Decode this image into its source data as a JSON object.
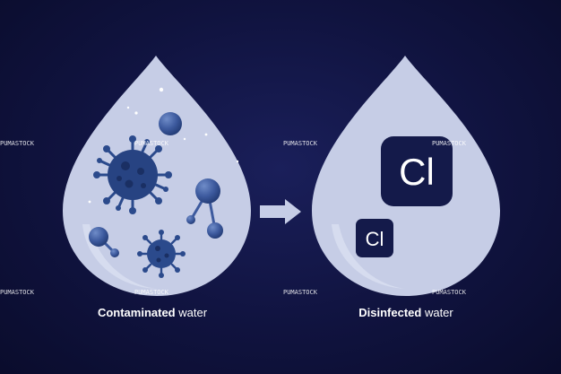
{
  "left_panel": {
    "caption_bold": "Contaminated",
    "caption_regular": "water"
  },
  "right_panel": {
    "caption_bold": "Disinfected",
    "caption_regular": "water"
  },
  "chlorine_large": {
    "symbol": "Cl"
  },
  "chlorine_small": {
    "symbol": "Cl"
  },
  "watermark": {
    "text": "PUMASTOCK"
  },
  "colors": {
    "background": "#10133f",
    "drop": "#c6cde6",
    "drop_highlight": "#dde2f2",
    "microbe": "#2b4a8c",
    "microbe_dark": "#1a2f63",
    "molecule": "#3d5a9e",
    "chlorine_tile": "#141a4a",
    "arrow": "#c6cde6"
  }
}
